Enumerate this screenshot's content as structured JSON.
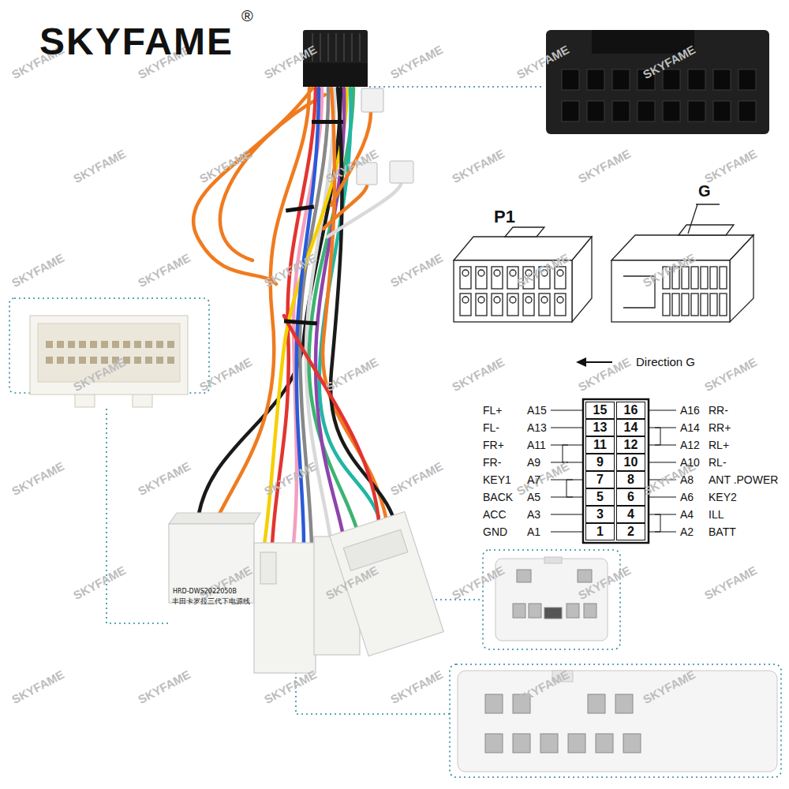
{
  "diagram": {
    "nodes": [
      {
        "text": [
          "15"
        ]
      },
      {
        "text": [
          "16"
        ]
      },
      {
        "text": [
          "13"
        ]
      },
      {
        "text": [
          "14"
        ]
      },
      {
        "text": [
          "11"
        ]
      },
      {
        "text": [
          "12"
        ]
      },
      {
        "text": [
          "9"
        ]
      },
      {
        "text": [
          "10"
        ]
      },
      {
        "text": [
          "7"
        ]
      },
      {
        "text": [
          "8"
        ]
      },
      {
        "text": [
          "5"
        ]
      },
      {
        "text": [
          "6"
        ]
      },
      {
        "text": [
          "3"
        ]
      },
      {
        "text": [
          "4"
        ]
      },
      {
        "text": [
          "1"
        ]
      },
      {
        "text": [
          "2"
        ]
      }
    ],
    "labels": [
      "SKYFAME",
      "®",
      "P1",
      "G",
      "Direction G",
      "FL+",
      "A15",
      "FL-",
      "A13",
      "FR+",
      "A11",
      "FR-",
      "A9",
      "KEY1",
      "A7",
      "BACK",
      "A5",
      "ACC",
      "A3",
      "GND",
      "A1",
      "A16",
      "RR-",
      "A14",
      "RR+",
      "A12",
      "RL+",
      "A10",
      "RL-",
      "A8",
      "ANT .POWER",
      "A6",
      "KEY2",
      "A4",
      "ILL",
      "A2",
      "BATT",
      "HRD-DWS2022050B",
      "丰田卡罗拉三代下电源线",
      "SKYFAME",
      "SKYFAME",
      "SKYFAME",
      "SKYFAME",
      "SKYFAME",
      "SKYFAME",
      "SKYFAME",
      "SKYFAME",
      "SKYFAME",
      "SKYFAME",
      "SKYFAME",
      "SKYFAME",
      "SKYFAME",
      "SKYFAME",
      "SKYFAME",
      "SKYFAME",
      "SKYFAME",
      "SKYFAME",
      "SKYFAME",
      "SKYFAME",
      "SKYFAME",
      "SKYFAME",
      "SKYFAME",
      "SKYFAME",
      "SKYFAME",
      "SKYFAME",
      "SKYFAME",
      "SKYFAME",
      "SKYFAME",
      "SKYFAME",
      "SKYFAME",
      "SKYFAME",
      "SKYFAME",
      "SKYFAME",
      "SKYFAME",
      "SKYFAME",
      "SKYFAME",
      "SKYFAME",
      "SKYFAME",
      "SKYFAME",
      "SKYFAME",
      "SKYFAME"
    ]
  }
}
